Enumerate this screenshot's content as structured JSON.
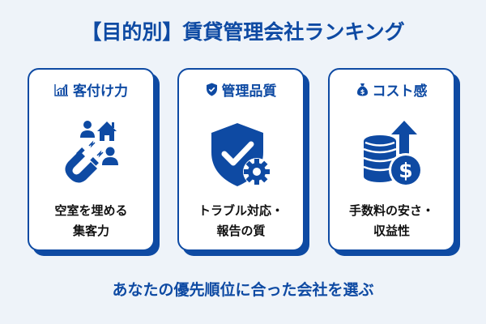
{
  "title": "【目的別】賃貸管理会社ランキング",
  "colors": {
    "accent": "#0e4aa3",
    "background": "#eef3f9",
    "card_background": "#ffffff",
    "text_dark": "#111111"
  },
  "cards": [
    {
      "header_icon": "bar-chart-icon",
      "label": "客付け力",
      "main_icon": "magnet-attracting-tenants-icon",
      "desc_line1": "空室を埋める",
      "desc_line2": "集客力"
    },
    {
      "header_icon": "shield-check-icon",
      "label": "管理品質",
      "main_icon": "shield-check-gear-icon",
      "desc_line1": "トラブル対応・",
      "desc_line2": "報告の質"
    },
    {
      "header_icon": "money-bag-icon",
      "label": "コスト感",
      "main_icon": "coin-stack-dollar-arrow-icon",
      "desc_line1": "手数料の安さ・",
      "desc_line2": "収益性"
    }
  ],
  "footer": "あなたの優先順位に合った会社を選ぶ"
}
